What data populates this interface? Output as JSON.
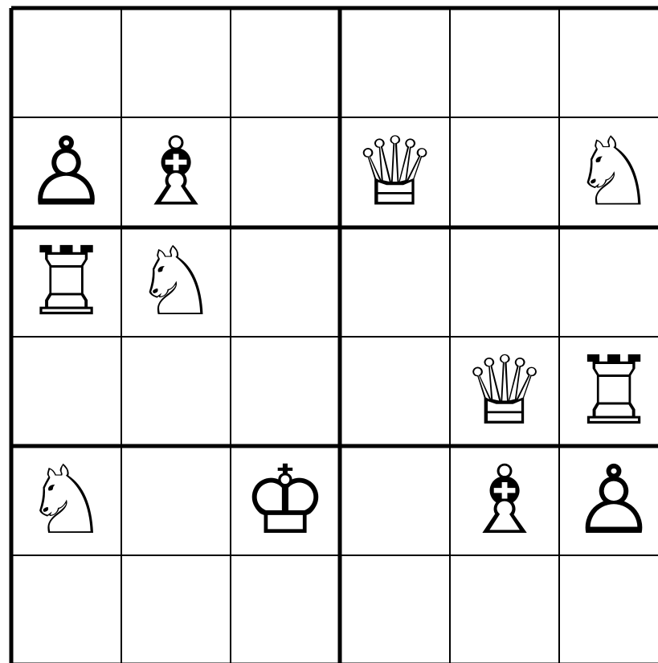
{
  "puzzle": {
    "type": "chess-sudoku",
    "columns": 6,
    "rows": 6,
    "box_width": 3,
    "box_height": 2,
    "pieces": [
      {
        "row": 1,
        "col": 0,
        "piece": "pawn",
        "color": "white",
        "glyph": "♙"
      },
      {
        "row": 1,
        "col": 1,
        "piece": "bishop",
        "color": "white",
        "glyph": "♗"
      },
      {
        "row": 1,
        "col": 3,
        "piece": "queen",
        "color": "white",
        "glyph": "♕"
      },
      {
        "row": 1,
        "col": 5,
        "piece": "knight",
        "color": "white",
        "glyph": "♘"
      },
      {
        "row": 2,
        "col": 0,
        "piece": "rook",
        "color": "white",
        "glyph": "♖"
      },
      {
        "row": 2,
        "col": 1,
        "piece": "knight",
        "color": "white",
        "glyph": "♘"
      },
      {
        "row": 3,
        "col": 4,
        "piece": "queen",
        "color": "white",
        "glyph": "♕"
      },
      {
        "row": 3,
        "col": 5,
        "piece": "rook",
        "color": "white",
        "glyph": "♖"
      },
      {
        "row": 4,
        "col": 0,
        "piece": "knight",
        "color": "white",
        "glyph": "♘"
      },
      {
        "row": 4,
        "col": 2,
        "piece": "king",
        "color": "white",
        "glyph": "♔"
      },
      {
        "row": 4,
        "col": 4,
        "piece": "bishop",
        "color": "white",
        "glyph": "♗"
      },
      {
        "row": 4,
        "col": 5,
        "piece": "pawn",
        "color": "white",
        "glyph": "♙"
      }
    ],
    "colors": {
      "background": "#ffffff",
      "grid": "#000000",
      "piece": "#000000"
    }
  }
}
